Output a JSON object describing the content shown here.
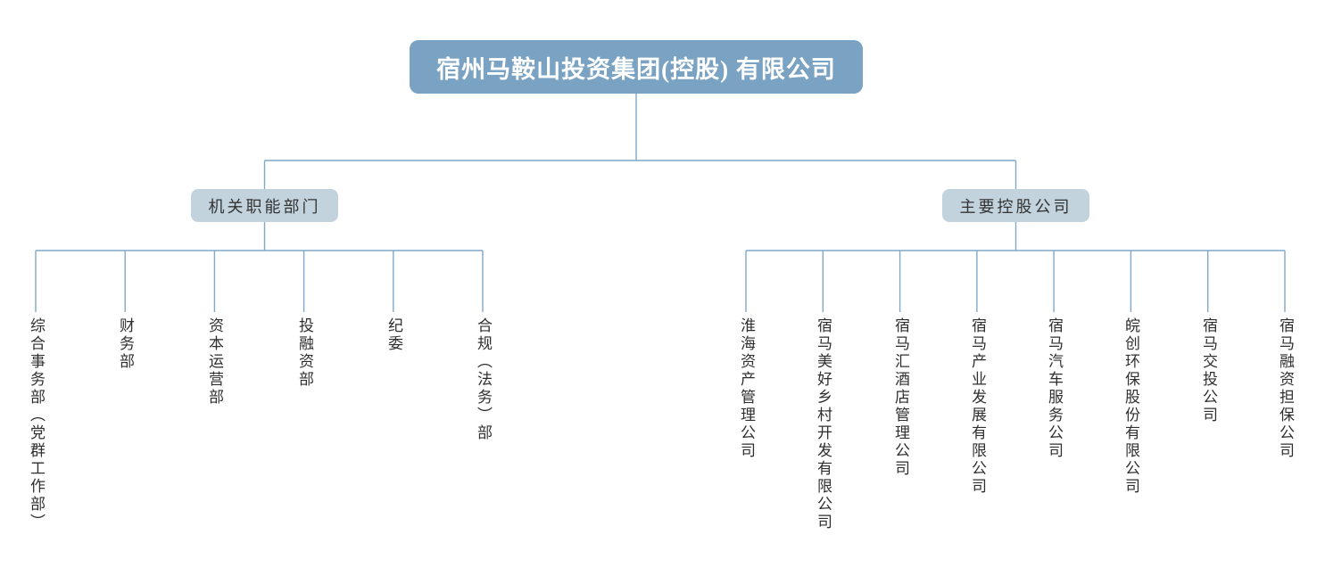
{
  "root": {
    "label": "宿州马鞍山投资集团(控股) 有限公司"
  },
  "branches": [
    {
      "label": "机关职能部门",
      "children": [
        {
          "label": "综合事务部（党群工作部）"
        },
        {
          "label": "财务部"
        },
        {
          "label": "资本运营部"
        },
        {
          "label": "投融资部"
        },
        {
          "label": "纪委"
        },
        {
          "label": "合规（法务）部"
        }
      ]
    },
    {
      "label": "主要控股公司",
      "children": [
        {
          "label": "淮海资产管理公司"
        },
        {
          "label": "宿马美好乡村开发有限公司"
        },
        {
          "label": "宿马汇酒店管理公司"
        },
        {
          "label": "宿马产业发展有限公司"
        },
        {
          "label": "宿马汽车服务公司"
        },
        {
          "label": "皖创环保股份有限公司"
        },
        {
          "label": "宿马交投公司"
        },
        {
          "label": "宿马融资担保公司"
        }
      ]
    }
  ],
  "colors": {
    "root_box": "#7aa2c2",
    "root_text": "#ffffff",
    "branch_box": "#c3d3de",
    "branch_text": "#333333",
    "leaf_text": "#2f2f2f",
    "line": "#7fa9cb",
    "background": "#ffffff"
  }
}
